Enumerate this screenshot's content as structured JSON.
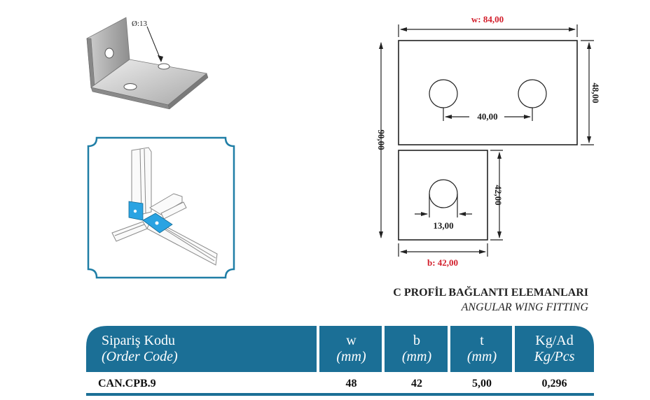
{
  "dims": {
    "hole_diameter": "Ø:13",
    "w": "w: 84,00",
    "height_48": "48,00",
    "hole_spacing": "40,00",
    "total_90": "90,00",
    "height_42": "42,00",
    "hole_13": "13,00",
    "b": "b: 42,00"
  },
  "titles": {
    "tr": "C PROFİL BAĞLANTI ELEMANLARI",
    "en": "ANGULAR WING FITTING"
  },
  "table": {
    "headers": [
      {
        "tr": "Sipariş Kodu",
        "en": "(Order Code)"
      },
      {
        "tr": "w",
        "en": "(mm)"
      },
      {
        "tr": "b",
        "en": "(mm)"
      },
      {
        "tr": "t",
        "en": "(mm)"
      },
      {
        "tr": "Kg/Ad",
        "en": "Kg/Pcs"
      }
    ],
    "rows": [
      {
        "code": "CAN.CPB.9",
        "w": "48",
        "b": "42",
        "t": "5,00",
        "kg": "0,296"
      }
    ]
  },
  "colors": {
    "header_bg": "#1b6f96",
    "frame": "#1f7ea6",
    "accent_blue": "#2aa3e2",
    "dim_red": "#d21e2b"
  }
}
